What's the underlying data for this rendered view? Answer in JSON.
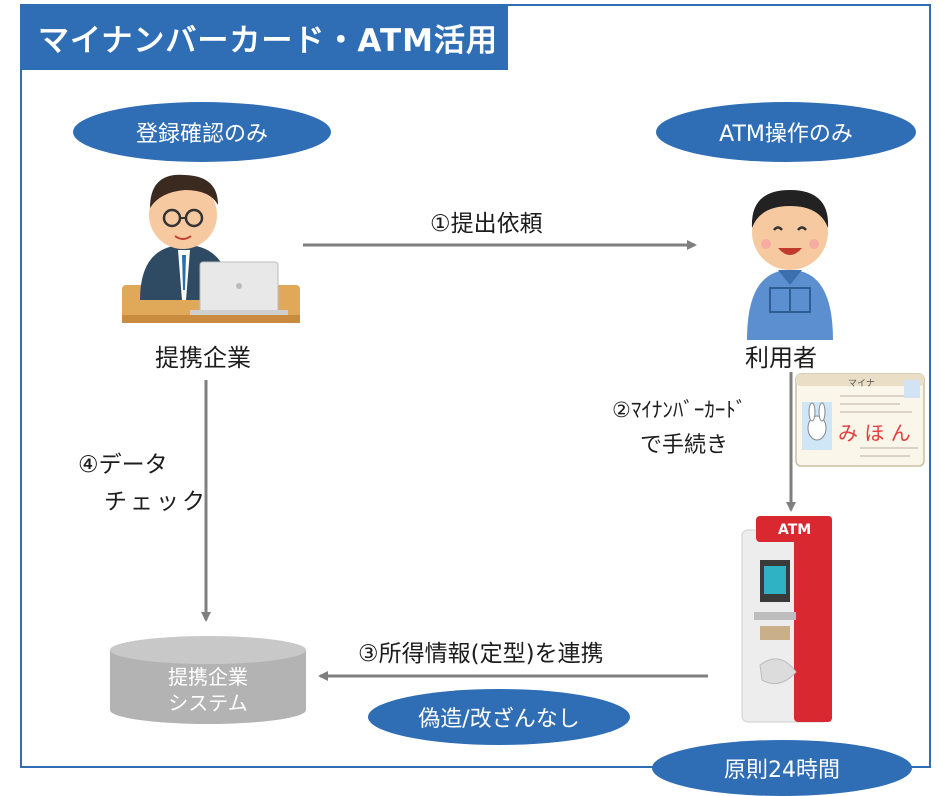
{
  "title": "マイナンバーカード・ATM活用",
  "colors": {
    "accent": "#2f6eb5",
    "arrow": "#7f7f7f",
    "db": "#b3b3b3",
    "atm_red": "#d9282f"
  },
  "nodes": {
    "company": {
      "badge": "登録確認のみ",
      "label": "提携企業"
    },
    "user": {
      "badge": "ATM操作のみ",
      "label": "利用者"
    },
    "database": {
      "line1": "提携企業",
      "line2": "システム"
    },
    "atm": {
      "sign": "ATM",
      "badge": "原則24時間"
    }
  },
  "card": {
    "name": "マイナ",
    "hand": "み ほ ん"
  },
  "edges": {
    "request": "①提出依頼",
    "card_procedure_line1": "②ﾏｲﾅﾝﾊﾞｰｶｰﾄﾞ",
    "card_procedure_line2": "で手続き",
    "transfer": "③所得情報(定型)を連携",
    "transfer_badge": "偽造/改ざんなし",
    "check_line1": "④データ",
    "check_line2": "チェック"
  }
}
